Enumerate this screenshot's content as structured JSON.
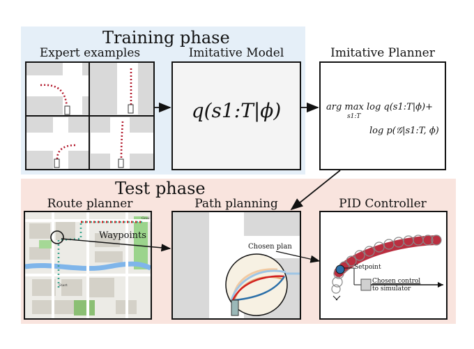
{
  "training": {
    "title": "Training phase",
    "expert_label": "Expert examples",
    "model_label": "Imitative Model",
    "model_formula": "q(s1:T|ϕ)",
    "planner_label": "Imitative Planner",
    "planner_formula_line1": "arg max log q(s1:T|ϕ)+",
    "planner_formula_sub": "s1:T",
    "planner_formula_line2": "log p(𝒢|s1:T, ϕ)"
  },
  "test": {
    "title": "Test phase",
    "route_label": "Route planner",
    "path_label": "Path planning",
    "pid_label": "PID Controller",
    "waypoints": "Waypoints",
    "chosen_plan": "Chosen plan",
    "setpoint": "Setpoint",
    "chosen_control_line1": "Chosen control",
    "chosen_control_line2": "to simulator",
    "map_start": "Start",
    "map_goal": "Goal"
  },
  "colors": {
    "train_bg": "#e5eff8",
    "test_bg": "#f9e4de",
    "trajectory": "#b2182b",
    "waypoint": "#3aa58f",
    "road_gray": "#d9d9d9"
  }
}
